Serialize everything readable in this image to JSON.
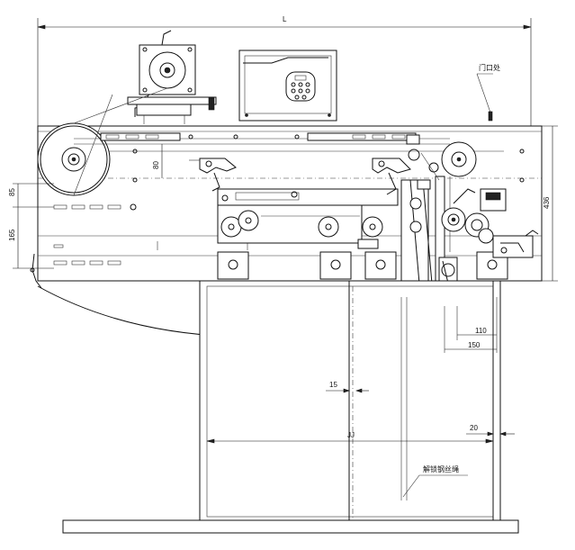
{
  "dimensions": {
    "overall_width": "L",
    "d80": "80",
    "d85": "85",
    "d165": "165",
    "d436": "436",
    "d110": "110",
    "d150": "150",
    "d15": "15",
    "d20": "20",
    "opening": "JJ"
  },
  "callouts": {
    "door_side": "门口处",
    "unlock_wire": "解锁钢丝绳"
  }
}
